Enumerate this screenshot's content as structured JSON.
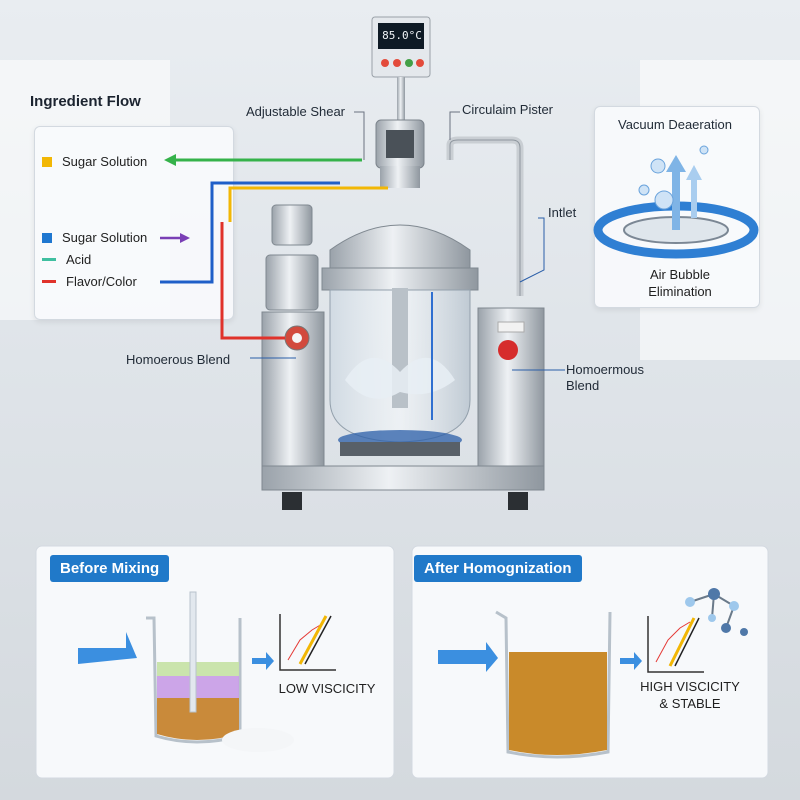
{
  "controller": {
    "readout": "85.0°C"
  },
  "ingredient_flow": {
    "title": "Ingredient Flow",
    "items": [
      {
        "label": "Sugar Solution",
        "color": "#f2b705",
        "arrow_color": "#35b24a"
      },
      {
        "label": "Sugar Solution",
        "color": "#1f77d0",
        "arrow_color": "#7a3fb5"
      },
      {
        "label": "Acid",
        "color": "#3fbfa0"
      },
      {
        "label": "Flavor/Color",
        "color": "#e0322b"
      }
    ]
  },
  "callouts": {
    "adjustable_shear": "Adjustable Shear",
    "circulation_piston": "Circulaim Pister",
    "inlet": "Intlet",
    "homogeneous_blend_left": "Homoerous Blend",
    "homogeneous_blend_right": "Homoermous\nBlend"
  },
  "vacuum": {
    "title": "Vacuum Deaeration",
    "caption": "Air Bubble\nElimination"
  },
  "before": {
    "tab": "Before Mixing",
    "caption": "LOW VISCICITY",
    "layers": [
      "#c7e3a8",
      "#c79be6",
      "#c98a3a"
    ]
  },
  "after": {
    "tab": "After Homognization",
    "caption": "HIGH VISCICITY\n& STABLE",
    "liquid_color": "#c98a2a"
  },
  "colors": {
    "accent_blue": "#2079c9",
    "steel": "#c3c9cf"
  }
}
